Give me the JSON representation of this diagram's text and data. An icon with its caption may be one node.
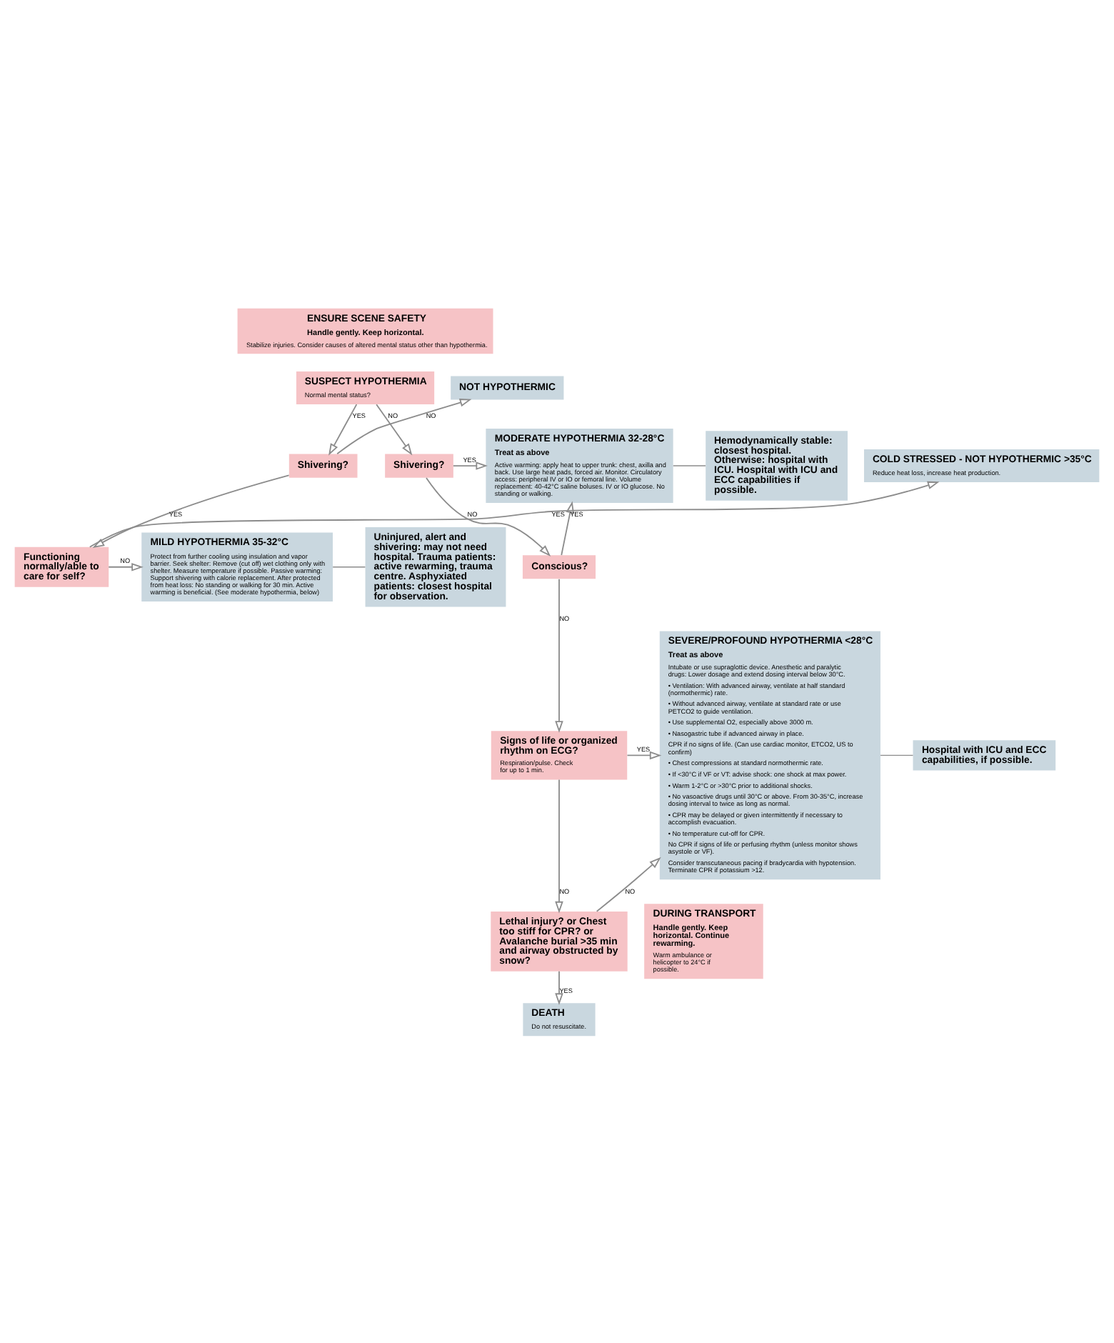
{
  "diagram": {
    "nodes": [
      {
        "text": [
          "ENSURE SCENE SAFETY",
          "Handle gently. Keep horizontal.",
          "Stabilize injuries. Consider causes of altered mental status other than hypothermia."
        ]
      },
      {
        "text": [
          "SUSPECT HYPOTHERMIA",
          "Normal mental status?"
        ]
      },
      {
        "text": [
          "NOT HYPOTHERMIC"
        ]
      },
      {
        "text": [
          "COLD STRESSED - NOT HYPOTHERMIC >35°C",
          "Reduce heat loss, increase heat production."
        ]
      },
      {
        "text": [
          "Shivering?"
        ]
      },
      {
        "text": [
          "MILD HYPOTHERMIA 35-32°C",
          "Protect from further cooling using insulation and vapor barrier. Seek shelter: Remove (cut off) wet clothing only with shelter. Measure temperature if possible. Passive warming: Support shivering with calorie replacement. After protected from heat loss: No standing or walking for 30 min. Active warming is beneficial. (See moderate hypothermia, below)"
        ]
      },
      {
        "text": [
          "Functioning normally/able to care for self?"
        ]
      },
      {
        "text": [
          "Uninjured, alert and shivering: may not need hospital. Trauma patients: active rewarming, trauma centre. Asphyxiated patients: closest hospital for observation."
        ]
      },
      {
        "text": [
          "Shivering?"
        ]
      },
      {
        "text": [
          "MODERATE HYPOTHERMIA 32-28°C",
          "Treat as above",
          "Active warming: apply heat to upper trunk: chest, axilla and back. Use large heat pads, forced air. Monitor. Circulatory access: peripheral IV or IO or femoral line. Volume replacement: 40-42°C saline boluses. IV or IO glucose. No standing or walking."
        ]
      },
      {
        "text": [
          "Hemodynamically stable: closest hospital. Otherwise: hospital with ICU. Hospital with ICU and ECC capabilities if possible."
        ]
      },
      {
        "text": [
          "Conscious?"
        ]
      },
      {
        "text": [
          "Signs of life or organized rhythm on ECG?",
          "Respiration/pulse. Check for up to 1 min."
        ]
      },
      {
        "text": [
          "SEVERE/PROFOUND HYPOTHERMIA <28°C",
          "Treat as above",
          "Intubate or use supraglottic device. Anesthetic and paralytic drugs: Lower dosage and extend dosing interval below 30°C.",
          "• Ventilation: With advanced airway, ventilate at half standard (normothermic) rate.",
          "• Without advanced airway, ventilate at standard rate or use PETCO2 to guide ventilation.",
          "• Use supplemental O2, especially above 3000 m.",
          "• Nasogastric tube if advanced airway in place.",
          "CPR if no signs of life. (Can use cardiac monitor, ETCO2, US to confirm)",
          "• Chest compressions at standard normothermic rate.",
          "• If <30°C if VF or VT: advise shock: one shock at max power.",
          "• Warm 1-2°C or >30°C prior to additional shocks.",
          "• No vasoactive drugs until 30°C or above. From 30-35°C, increase dosing interval to twice as long as normal.",
          "• CPR may be delayed or given intermittently if necessary to accomplish evacuation.",
          "• No temperature cut-off for CPR.",
          "No CPR if signs of life or perfusing rhythm (unless monitor shows asystole or VF).",
          "Consider transcutaneous pacing if bradycardia with hypotension. Terminate CPR if potassium >12."
        ]
      },
      {
        "text": [
          "Hospital with ICU and ECC capabilities, if possible."
        ]
      },
      {
        "text": [
          "Lethal injury? or Chest too stiff for CPR? or Avalanche burial >35 min and airway obstructed by snow?"
        ]
      },
      {
        "text": [
          "DURING TRANSPORT",
          "Handle gently. Keep horizontal. Continue rewarming.",
          "Warm ambulance or helicopter to 24°C if possible."
        ]
      },
      {
        "text": [
          "DEATH",
          "Do not resuscitate."
        ]
      }
    ],
    "edges": [
      {
        "from": 1,
        "to": 4,
        "arrow": "to",
        "label": "YES"
      },
      {
        "from": 1,
        "to": 8,
        "arrow": "to",
        "label": "NO"
      },
      {
        "from": 4,
        "to": 2,
        "arrow": "to",
        "label": "NO"
      },
      {
        "from": 4,
        "to": 6,
        "arrow": "to",
        "label": "YES"
      },
      {
        "from": 6,
        "to": 3,
        "arrow": "to",
        "label": "YES"
      },
      {
        "from": 6,
        "to": 5,
        "arrow": "to",
        "label": "NO"
      },
      {
        "from": 5,
        "to": 7,
        "arrow": "none"
      },
      {
        "from": 8,
        "to": 9,
        "arrow": "to",
        "label": "YES"
      },
      {
        "from": 8,
        "to": 11,
        "arrow": "to",
        "label": "NO"
      },
      {
        "from": 9,
        "to": 10,
        "arrow": "none"
      },
      {
        "from": 11,
        "to": 9,
        "arrow": "to",
        "label": "YES"
      },
      {
        "from": 11,
        "to": 12,
        "arrow": "to",
        "label": "NO"
      },
      {
        "from": 12,
        "to": 13,
        "arrow": "to",
        "label": "YES"
      },
      {
        "from": 12,
        "to": 15,
        "arrow": "to",
        "label": "NO"
      },
      {
        "from": 13,
        "to": 14,
        "arrow": "none"
      },
      {
        "from": 15,
        "to": 13,
        "arrow": "to",
        "label": "NO"
      },
      {
        "from": 15,
        "to": 17,
        "arrow": "to",
        "label": "YES"
      }
    ]
  }
}
